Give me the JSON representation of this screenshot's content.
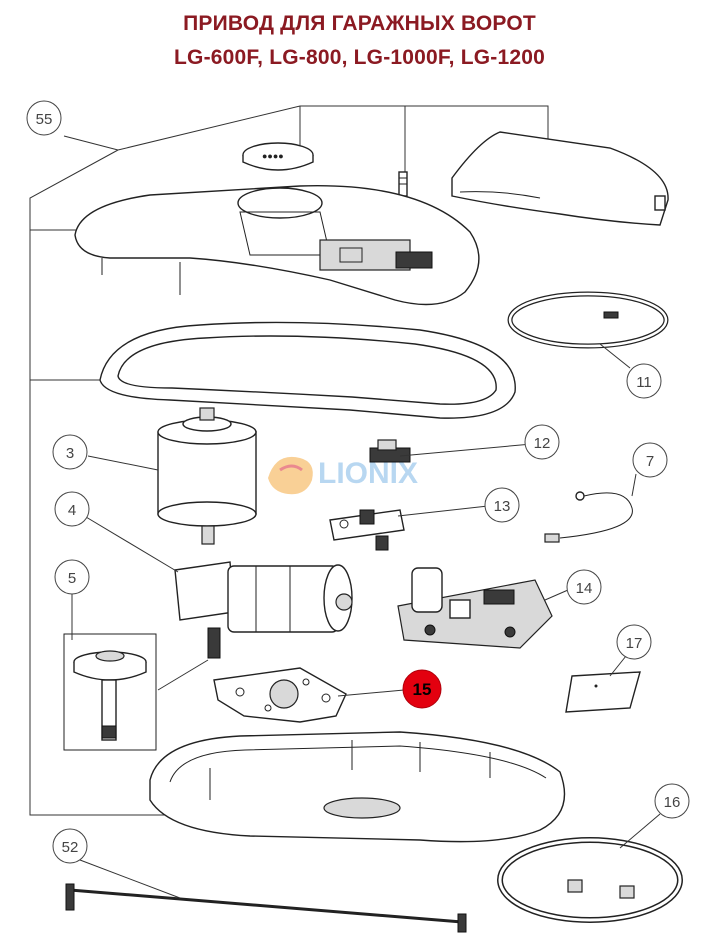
{
  "title": {
    "line1": "ПРИВОД ДЛЯ ГАРАЖНЫХ ВОРОТ",
    "line2": "LG-600F, LG-800, LG-1000F, LG-1200"
  },
  "watermark": {
    "text": "LIONIX",
    "logo": "lion-logo-icon"
  },
  "callouts": [
    {
      "label": "55"
    },
    {
      "label": "11"
    },
    {
      "label": "3"
    },
    {
      "label": "12"
    },
    {
      "label": "7"
    },
    {
      "label": "4"
    },
    {
      "label": "13"
    },
    {
      "label": "5"
    },
    {
      "label": "14"
    },
    {
      "label": "17"
    },
    {
      "label": "15",
      "highlight": true,
      "color": "#e3000f"
    },
    {
      "label": "16"
    },
    {
      "label": "52"
    }
  ]
}
